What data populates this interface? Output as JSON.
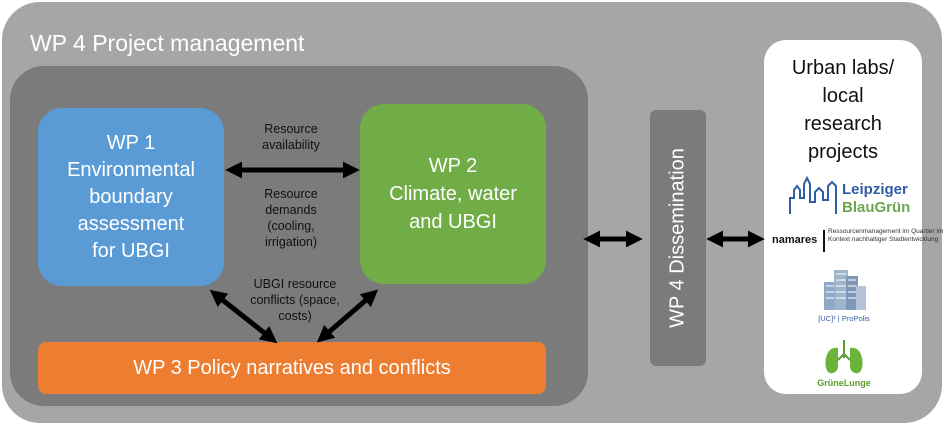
{
  "outer_title": "WP 4 Project management",
  "wp1": {
    "lines": [
      "WP 1",
      "Environmental",
      "boundary",
      "assessment",
      "for UBGI"
    ]
  },
  "wp2": {
    "lines": [
      "WP 2",
      "Climate, water",
      "and UBGI"
    ]
  },
  "wp3": {
    "label": "WP 3 Policy narratives and conflicts"
  },
  "wp4_dissemination": {
    "label": "WP 4 Dissemination"
  },
  "labels": {
    "resource_availability": [
      "Resource",
      "availability"
    ],
    "resource_demands": [
      "Resource",
      "demands",
      "(cooling,",
      "irrigation)"
    ],
    "ubgi_conflicts": [
      "UBGI resource",
      "conflicts (space,",
      "costs)"
    ]
  },
  "urban": {
    "title_lines": [
      "Urban labs/",
      "local",
      "research",
      "projects"
    ],
    "logos": {
      "leipziger": {
        "line1": "Leipziger",
        "line2": "BlauGrün"
      },
      "namares": {
        "word": "namares",
        "desc": "Ressourcenmanagement im Quartier im Kontext nachhaltiger Stadtentwicklung"
      },
      "propolis": {
        "label": "[UC]² | ProPolis"
      },
      "gruene": {
        "label": "GrüneLunge"
      }
    }
  },
  "colors": {
    "outer": "#a6a6a6",
    "inner": "#7b7b7b",
    "wp1": "#5b9bd5",
    "wp2": "#70ad47",
    "wp3": "#ed7d31",
    "arrow": "#000000"
  }
}
